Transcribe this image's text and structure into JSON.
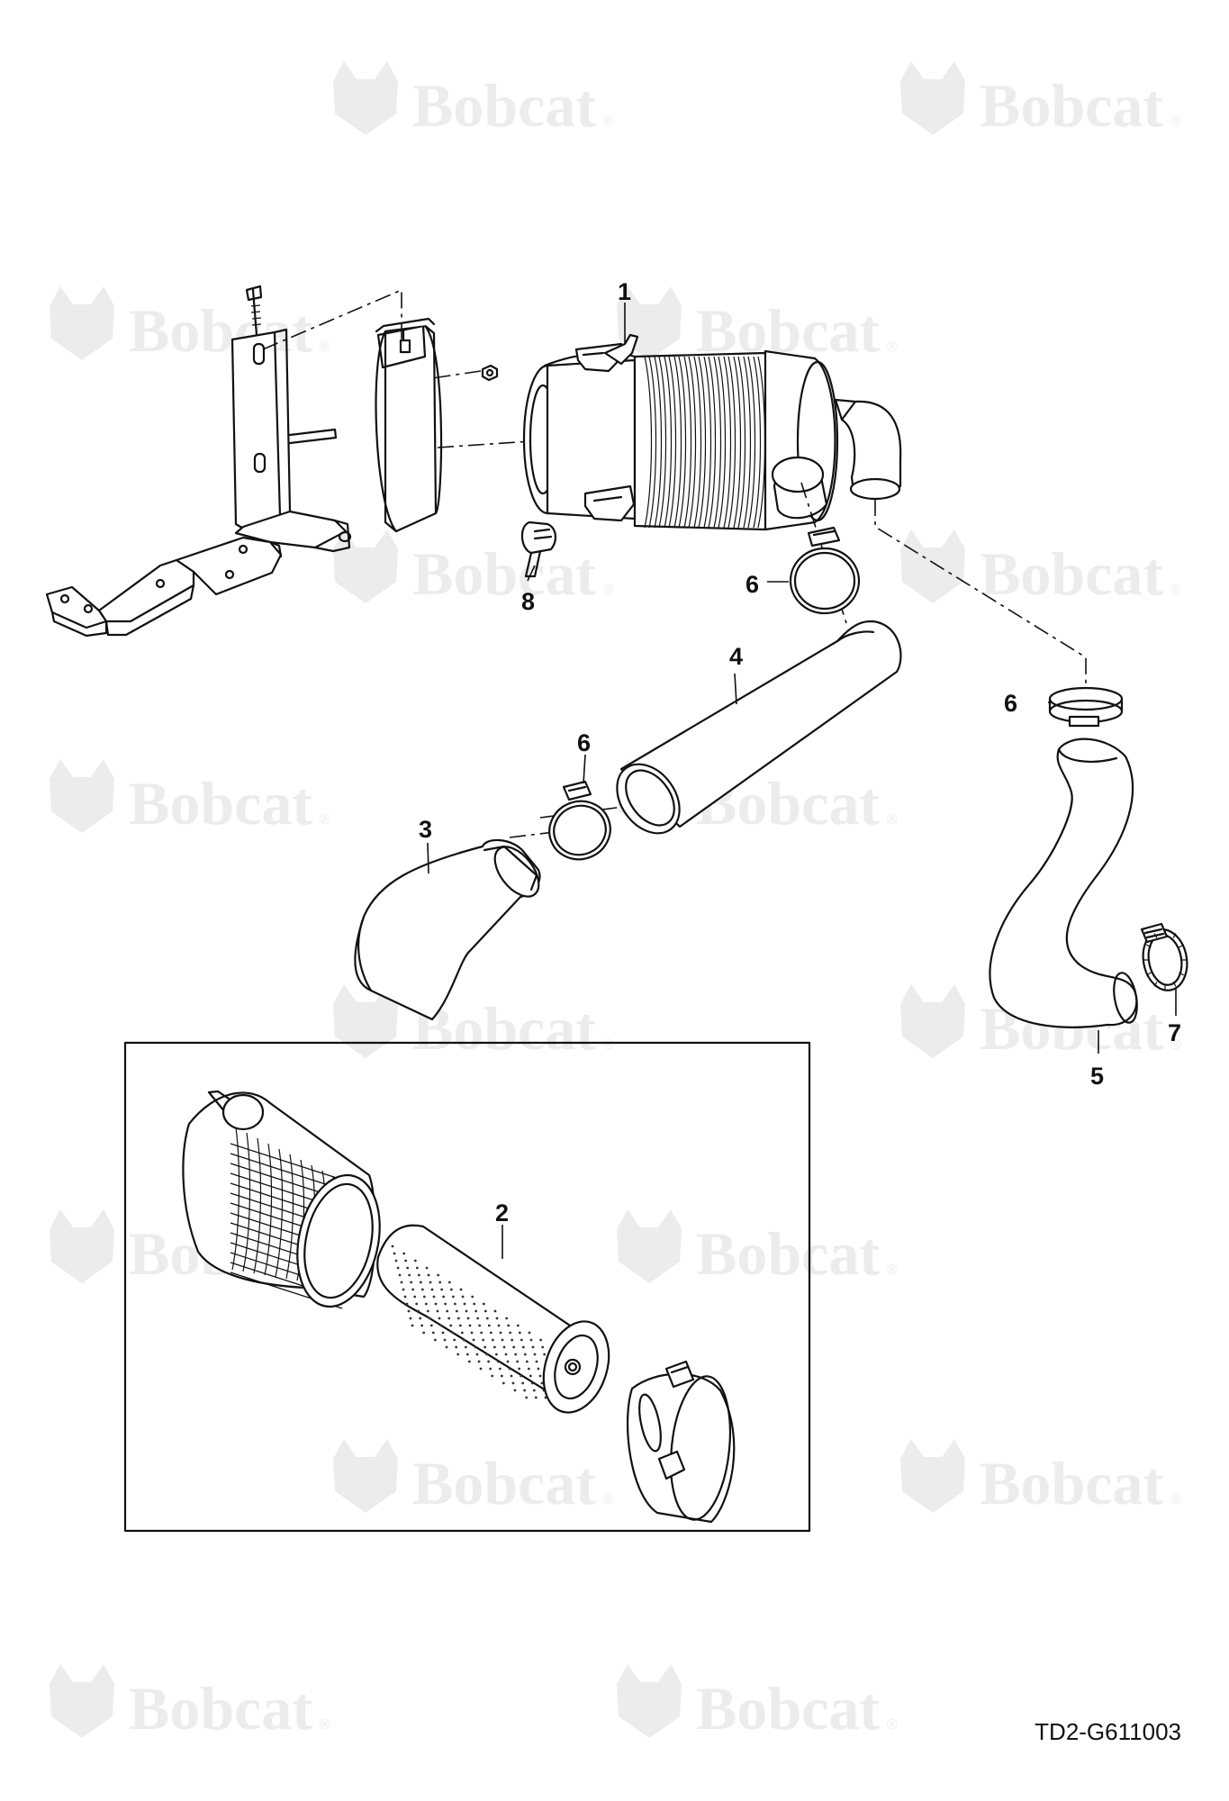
{
  "watermark": {
    "brand": "Bobcat",
    "reg": "®"
  },
  "callouts": [
    {
      "id": "c1",
      "label": "1"
    },
    {
      "id": "c2",
      "label": "2"
    },
    {
      "id": "c3",
      "label": "3"
    },
    {
      "id": "c4",
      "label": "4"
    },
    {
      "id": "c5",
      "label": "5"
    },
    {
      "id": "c6a",
      "label": "6"
    },
    {
      "id": "c6b",
      "label": "6"
    },
    {
      "id": "c6c",
      "label": "6"
    },
    {
      "id": "c7",
      "label": "7"
    },
    {
      "id": "c8",
      "label": "8"
    }
  ],
  "figure_id": "TD2-G611003"
}
